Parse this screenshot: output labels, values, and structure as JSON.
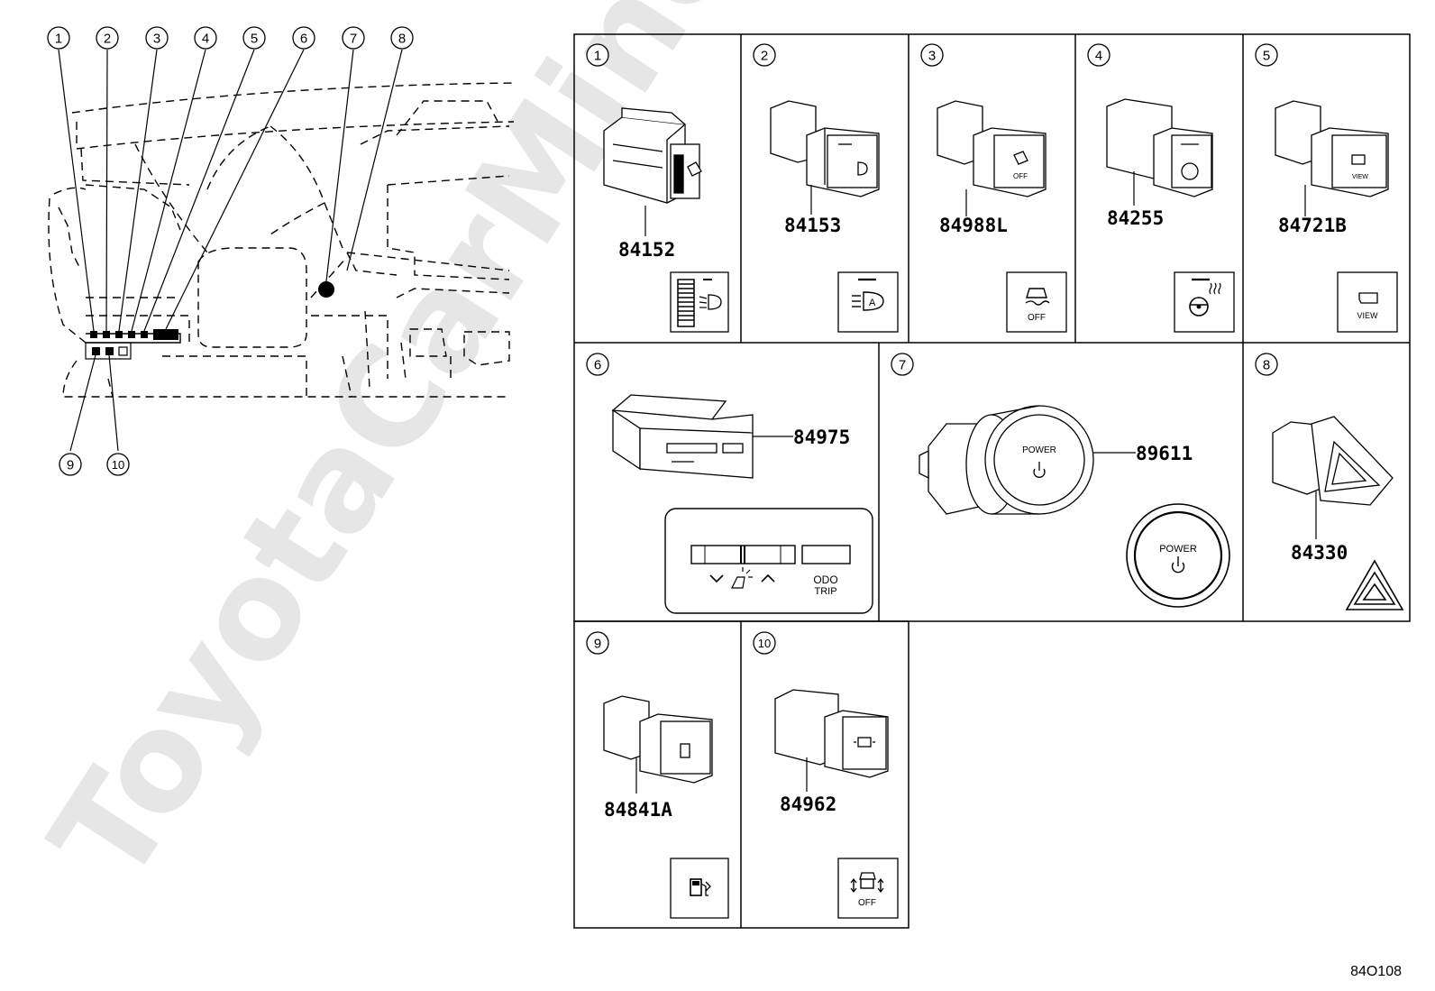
{
  "watermark": "ToyotaCarMine.ru",
  "diagram_code": "84O108",
  "overview_callouts": [
    "1",
    "2",
    "3",
    "4",
    "5",
    "6",
    "7",
    "8",
    "9",
    "10"
  ],
  "panels": [
    {
      "num": "1",
      "part": "84152"
    },
    {
      "num": "2",
      "part": "84153"
    },
    {
      "num": "3",
      "part": "84988L"
    },
    {
      "num": "4",
      "part": "84255"
    },
    {
      "num": "5",
      "part": "84721B"
    },
    {
      "num": "6",
      "part": "84975"
    },
    {
      "num": "7",
      "part": "89611"
    },
    {
      "num": "8",
      "part": "84330"
    },
    {
      "num": "9",
      "part": "84841A"
    },
    {
      "num": "10",
      "part": "84962"
    }
  ],
  "symbol_labels": {
    "off": "OFF",
    "view": "VIEW",
    "power": "POWER",
    "odo": "ODO",
    "trip": "TRIP"
  },
  "icons": [
    "dimmer-icon",
    "headlamp-auto-icon",
    "traction-off-icon",
    "heated-steering-icon",
    "camera-view-icon",
    "power-icon",
    "hazard-icon",
    "fuel-door-icon",
    "suspension-off-icon"
  ]
}
